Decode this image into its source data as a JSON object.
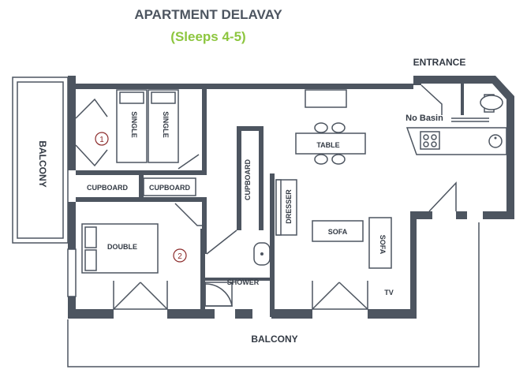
{
  "title": "APARTMENT DELAVAY",
  "subtitle": "(Sleeps 4-5)",
  "colors": {
    "title": "#4d5560",
    "subtitle": "#8dc63f",
    "wall": "#4d5560",
    "room_number": "#8b2a2a"
  },
  "labels": {
    "entrance": "ENTRANCE",
    "no_basin": "No Basin",
    "balcony_left": "BALCONY",
    "balcony_bottom": "BALCONY",
    "single_1": "SINGLE",
    "single_2": "SINGLE",
    "cupboard_1": "CUPBOARD",
    "cupboard_2": "CUPBOARD",
    "cupboard_3": "CUPBOARD",
    "double": "DOUBLE",
    "table": "TABLE",
    "dresser": "DRESSER",
    "sofa_1": "SOFA",
    "sofa_2": "SOFA",
    "shower": "SHOWER",
    "tv": "TV",
    "room_1": "1",
    "room_2": "2"
  }
}
